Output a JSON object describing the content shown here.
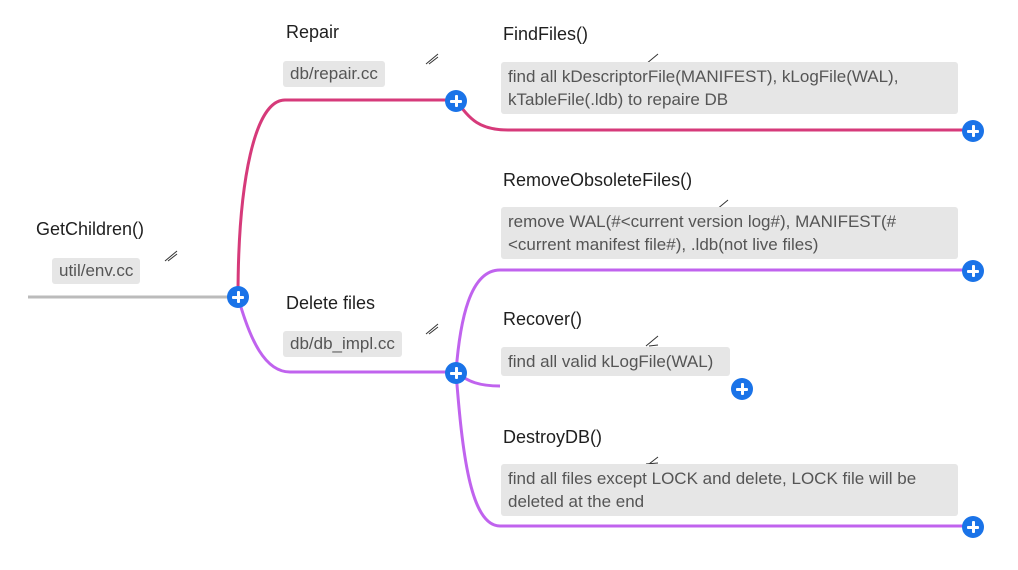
{
  "colors": {
    "repair_branch": "#d63a7a",
    "delete_branch": "#c063ee",
    "root_line": "#bbbbbb",
    "expand_button": "#1a73e8",
    "note_bg": "#e6e6e6"
  },
  "root": {
    "title": "GetChildren()",
    "file": "util/env.cc"
  },
  "repair": {
    "title": "Repair",
    "file": "db/repair.cc",
    "children": [
      {
        "title": "FindFiles()",
        "note": "find all kDescriptorFile(MANIFEST), kLogFile(WAL), kTableFile(.ldb) to repaire DB"
      }
    ]
  },
  "delete": {
    "title": "Delete files",
    "file": "db/db_impl.cc",
    "children": [
      {
        "title": "RemoveObsoleteFiles()",
        "note": "remove WAL(#<current version log#), MANIFEST(#<current manifest file#), .ldb(not live files)"
      },
      {
        "title": "Recover()",
        "note": "find all valid kLogFile(WAL)"
      },
      {
        "title": "DestroyDB()",
        "note": "find all files except LOCK and delete, LOCK file will be deleted at the end"
      }
    ]
  },
  "icons": {
    "expand": "plus-circle-icon",
    "edit": "pencil-mark-icon"
  }
}
